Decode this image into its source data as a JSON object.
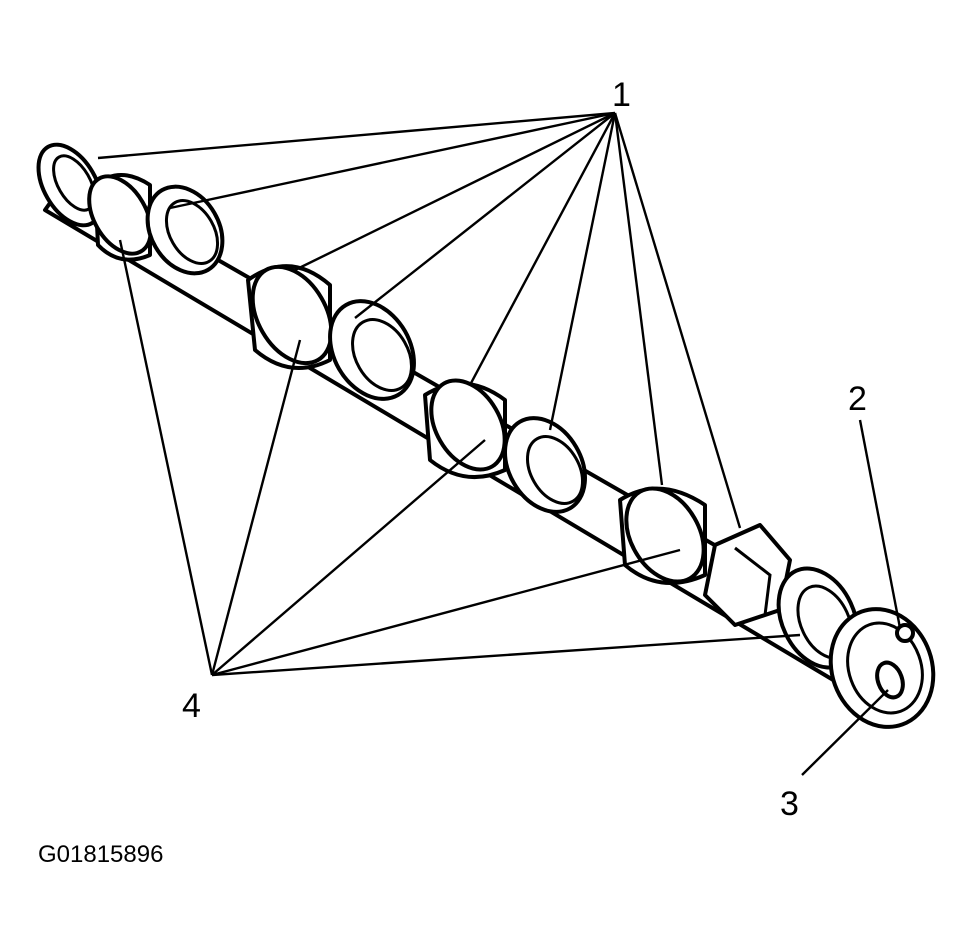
{
  "callouts": {
    "c1": "1",
    "c2": "2",
    "c3": "3",
    "c4": "4"
  },
  "figure_id": "G01815896",
  "colors": {
    "ink": "#000000",
    "paper": "#ffffff"
  }
}
